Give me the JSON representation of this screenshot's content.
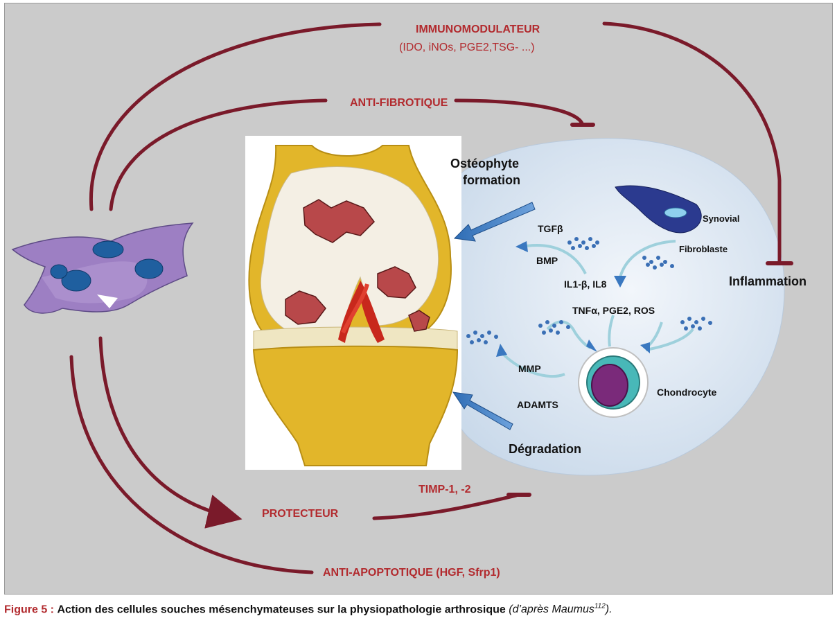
{
  "labels": {
    "immunomodulateur": "IMMUNOMODULATEUR",
    "immuno_detail": "(IDO, iNOs, PGE2,TSG- ...)",
    "anti_fibrotique": "ANTI-FIBROTIQUE",
    "osteophyte": "Ostéophyte",
    "formation": "formation",
    "synovial": "Synovial",
    "fibroblaste": "Fibroblaste",
    "inflammation": "Inflammation",
    "tgfb": "TGFβ",
    "bmp": "BMP",
    "il1": "IL1-β, IL8",
    "tnf": "TNFα, PGE2, ROS",
    "mmp": "MMP",
    "adamts": "ADAMTS",
    "chondrocyte": "Chondrocyte",
    "degradation": "Dégradation",
    "timp": "TIMP-1, -2",
    "protecteur": "PROTECTEUR",
    "anti_apoptotique": "ANTI-APOPTOTIQUE (HGF, Sfrp1)"
  },
  "caption": {
    "figure": "Figure 5 :",
    "text": "Action des cellules souches mésenchymateuses sur la physiopathologie arthrosique",
    "cite_prefix": "(d’après Maumus",
    "cite_ref": "112",
    "cite_suffix": ")."
  },
  "colors": {
    "arrow": "#7a1a2a",
    "label_red": "#b22a2e",
    "bone": "#e5b928",
    "cell_purple": "#9d7fc3",
    "nucleus": "#1f5f9f",
    "blue_arrow": "#3a78c0",
    "bubble": "#dbe6f2"
  }
}
